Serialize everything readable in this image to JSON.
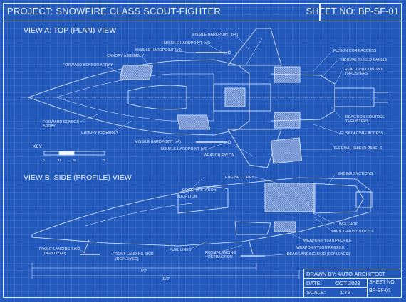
{
  "header": {
    "title": "PROJECT: SNOWFIRE CLASS SCOUT-FIGHTER",
    "sheet_no": "SHEET NO: BP-SF-01"
  },
  "view_a": {
    "title": "VIEW A: TOP (PLAN) VIEW",
    "labels": {
      "missile_hardpoint_x4_top": "MISSILE HARDPOINT (x4)",
      "missile_hardpoint_x4_2": "MISSILE HARDPOINT (x4)",
      "missile_hardpoint_x4_3": "MISSILE HARDPOINT (x4)",
      "canopy_assembly_top": "CANOPY ASSEMBLY",
      "forward_sensor_array_top": "FORWARD SENSOR ARRAY",
      "fusion_core_access_top": "FUSION CORE ACCESS",
      "thermal_shield_panels_top": "THERMAL SHIELD PANELS",
      "reaction_control_1": "REACTION CONTROL",
      "thrusters_1": "THRUSTERS",
      "forward_sensor_array_bottom_1": "FORWARD SENSOR",
      "forward_sensor_array_bottom_2": "ARRAY",
      "canopy_assembly_bottom": "CANOPY ASSEMBLY",
      "reaction_control_2": "REACTION CONTROL",
      "thrusters_2": "THRUSTERS",
      "fusion_core_access_bottom": "FUSION CORE ACCESS",
      "missile_hardpoint_x4_b1": "MISSILE HARDPOINT (x4)",
      "missile_hardpoint_x4_b2": "MISSILE HARDPOINT (x4)",
      "thermal_shield_panels_bottom": "THERMAL SHIELD PANELS",
      "weapon_pylon": "WEAPON PYLON"
    }
  },
  "key": {
    "title": "KEY",
    "ticks": [
      "0",
      "15",
      "30",
      "75"
    ]
  },
  "view_b": {
    "title": "VIEW B: SIDE (PROFILE) VIEW",
    "labels": {
      "engine_cores": "ENGINE CORES",
      "engine_syctions": "ENGINE SYCTIONS",
      "cockpit_station": "COCKPIT STATION",
      "pddf_lion": "PDDF LION",
      "wellhok": "WELLHOK",
      "main_thrust_nozzle": "MAIN THRUST NOZZLE",
      "weapon_pylon_profile_1": "WEAPON PYLON PROFILE",
      "weapon_pylon_profile_2": "WEAPON PYLON PROFILE",
      "rear_landing_skid": "REAR LANDING SKID (DEPLOYED)",
      "front_landing_skid_a1": "FRONT LANDING SKID",
      "front_landing_skid_a2": "(DEPLOYED)",
      "front_landing_skid_b1": "FRONT LANDING SKID",
      "front_landing_skid_b2": "(DEPLOYED)",
      "fuel_lines": "FUEL LINES",
      "front_landing_retraction_1": "FRONT LANDING",
      "front_landing_retraction_2": "RETRACTION"
    },
    "dims": {
      "overall_1": "9'1\"",
      "overall_2": "11'2\""
    }
  },
  "title_block": {
    "drawn_by": "DRAWN BY: AUTO-ARCHITECT",
    "date_label": "DATE:",
    "date_value": "OCT 2023",
    "scale_label": "SCALE:",
    "scale_value": "1:72",
    "sheet_label": "SHEET NO:",
    "sheet_value": "BP-SF-01"
  },
  "colors": {
    "paper": "#2259bb",
    "line": "#e8f0ff"
  }
}
